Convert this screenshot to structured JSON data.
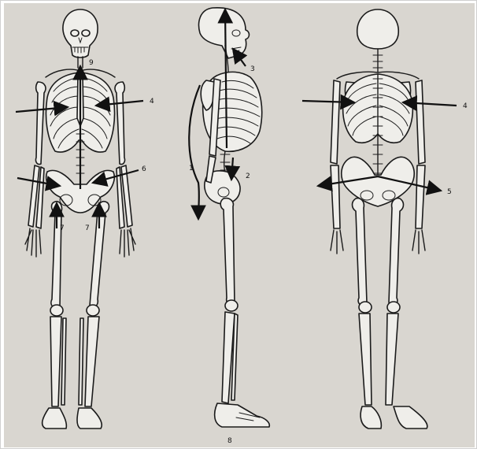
{
  "labels": {
    "front_9": "9",
    "front_4": "4",
    "front_6": "6",
    "front_7_left": "7",
    "front_7_right": "7",
    "side_3": "3",
    "side_1": "1",
    "side_2": "2",
    "back_4": "4",
    "back_5": "5",
    "figure_id": "8"
  },
  "views": [
    "anterior skeleton",
    "lateral skeleton",
    "posterior skeleton"
  ],
  "colors": {
    "paper": "#d9d6d0",
    "bone_fill": "#efeeea",
    "ink": "#1b1b1b"
  }
}
